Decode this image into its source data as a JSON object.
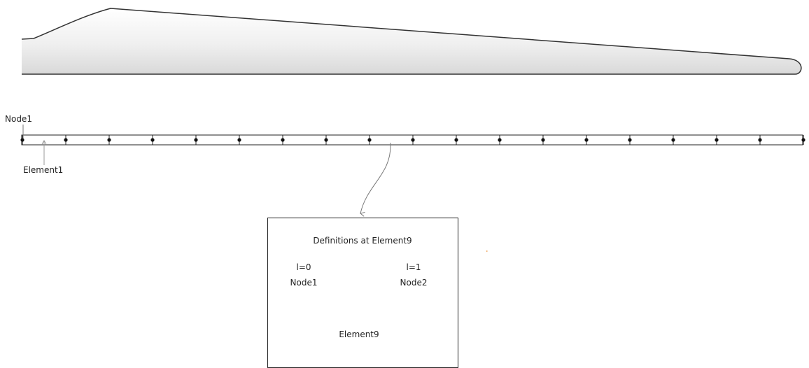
{
  "blade": {
    "fill_color": "#e8e8e8",
    "outline_color": "#333333"
  },
  "beam": {
    "node_count": 19,
    "first_node_label": "Node1",
    "first_element_label": "Element1",
    "line_color": "#222222",
    "node_color": "#111111"
  },
  "detail": {
    "title": "Definitions at Element9",
    "left": {
      "param": "l=0",
      "node": "Node1"
    },
    "right": {
      "param": "l=1",
      "node": "Node2"
    },
    "element_label": "Element9"
  },
  "colors": {
    "pointer": "#777777"
  }
}
